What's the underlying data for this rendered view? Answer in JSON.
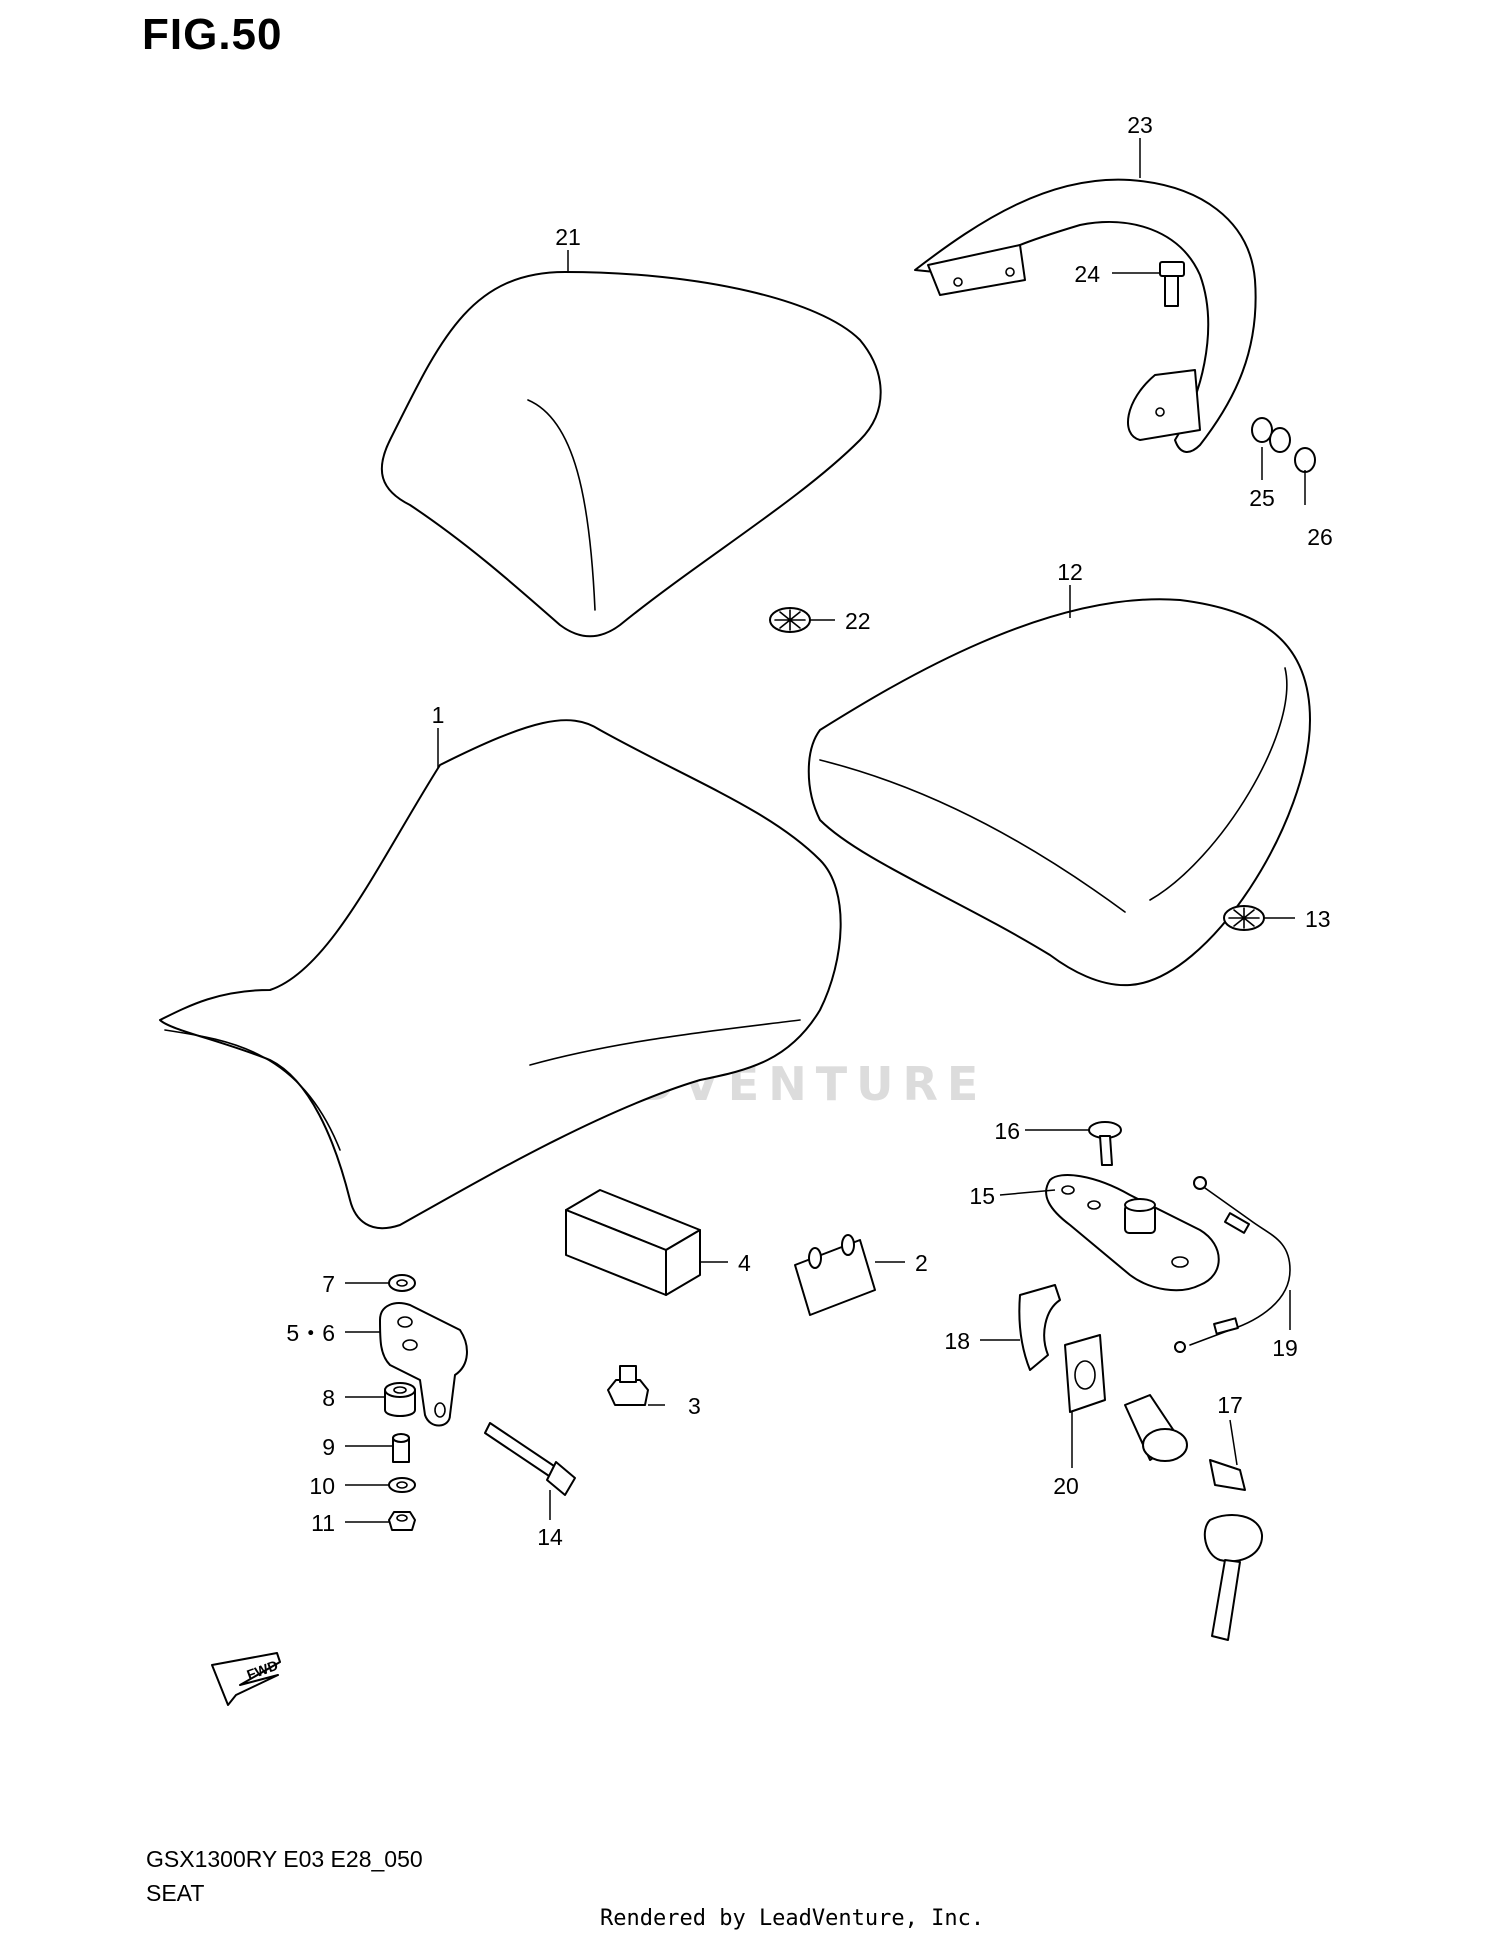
{
  "figure": {
    "title": "FIG.50"
  },
  "callouts": {
    "c1": "1",
    "c2": "2",
    "c3": "3",
    "c4": "4",
    "c56": "5・6",
    "c7": "7",
    "c8": "8",
    "c9": "9",
    "c10": "10",
    "c11": "11",
    "c12": "12",
    "c13": "13",
    "c14": "14",
    "c15": "15",
    "c16": "16",
    "c17": "17",
    "c18": "18",
    "c19": "19",
    "c20": "20",
    "c21": "21",
    "c22": "22",
    "c23": "23",
    "c24": "24",
    "c25": "25",
    "c26": "26"
  },
  "fwd_arrow": {
    "label": "FWD"
  },
  "watermark": {
    "text": "LEADVENTURE"
  },
  "footer": {
    "model": "GSX1300RY E03 E28_050",
    "section": "SEAT",
    "rendered_by": "Rendered by LeadVenture, Inc."
  }
}
